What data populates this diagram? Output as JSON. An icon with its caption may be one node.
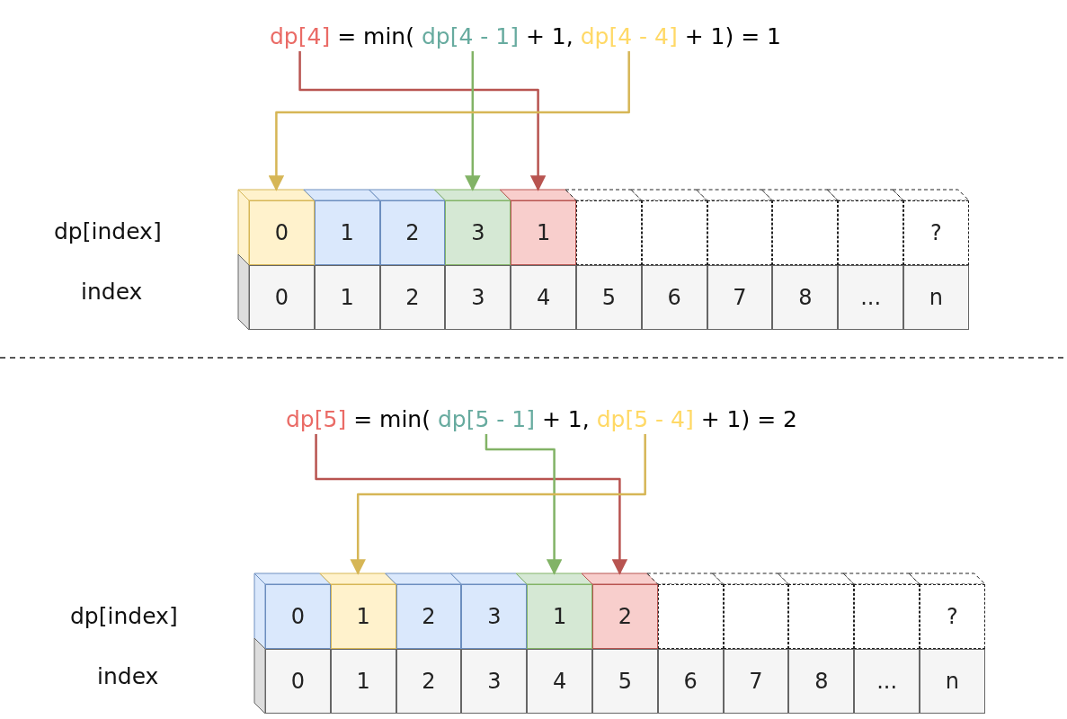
{
  "diagram": {
    "nodes": [
      {
        "text": [
          "dp[4]"
        ]
      },
      {
        "text": [
          "dp[4 - 1]"
        ]
      },
      {
        "text": [
          "dp[4 - 4]"
        ]
      },
      {
        "text": [
          "0"
        ]
      },
      {
        "text": [
          "1"
        ]
      },
      {
        "text": [
          "2"
        ]
      },
      {
        "text": [
          "3"
        ]
      },
      {
        "text": [
          "1"
        ]
      },
      {
        "text": [],
        "shape": "box"
      },
      {
        "text": [],
        "shape": "box"
      },
      {
        "text": [],
        "shape": "box"
      },
      {
        "text": [],
        "shape": "box"
      },
      {
        "text": [],
        "shape": "box"
      },
      {
        "text": [
          "?"
        ]
      },
      {
        "text": [
          "0"
        ]
      },
      {
        "text": [
          "1"
        ]
      },
      {
        "text": [
          "2"
        ]
      },
      {
        "text": [
          "3"
        ]
      },
      {
        "text": [
          "4"
        ]
      },
      {
        "text": [
          "5"
        ]
      },
      {
        "text": [
          "6"
        ]
      },
      {
        "text": [
          "7"
        ]
      },
      {
        "text": [
          "8"
        ]
      },
      {
        "text": [
          "..."
        ]
      },
      {
        "text": [
          "n"
        ]
      },
      {
        "text": [
          "dp[5]"
        ]
      },
      {
        "text": [
          "dp[5 - 1]"
        ]
      },
      {
        "text": [
          "dp[5 - 4]"
        ]
      },
      {
        "text": [
          "0"
        ]
      },
      {
        "text": [
          "1"
        ]
      },
      {
        "text": [
          "2"
        ]
      },
      {
        "text": [
          "3"
        ]
      },
      {
        "text": [
          "1"
        ]
      },
      {
        "text": [
          "2"
        ]
      },
      {
        "text": [],
        "shape": "box"
      },
      {
        "text": [],
        "shape": "box"
      },
      {
        "text": [],
        "shape": "box"
      },
      {
        "text": [],
        "shape": "box"
      },
      {
        "text": [
          "?"
        ]
      },
      {
        "text": [
          "0"
        ]
      },
      {
        "text": [
          "1"
        ]
      },
      {
        "text": [
          "2"
        ]
      },
      {
        "text": [
          "3"
        ]
      },
      {
        "text": [
          "4"
        ]
      },
      {
        "text": [
          "5"
        ]
      },
      {
        "text": [
          "6"
        ]
      },
      {
        "text": [
          "7"
        ]
      },
      {
        "text": [
          "8"
        ]
      },
      {
        "text": [
          "..."
        ]
      },
      {
        "text": [
          "n"
        ]
      }
    ],
    "edges": [
      {
        "from": 0,
        "to": 7,
        "arrow": "to",
        "color": "#b85450"
      },
      {
        "from": 1,
        "to": 6,
        "arrow": "to",
        "color": "#82b366"
      },
      {
        "from": 2,
        "to": 3,
        "arrow": "to",
        "color": "#d6b656"
      },
      {
        "from": 25,
        "to": 33,
        "arrow": "to",
        "color": "#b85450"
      },
      {
        "from": 26,
        "to": 32,
        "arrow": "to",
        "color": "#82b366"
      },
      {
        "from": 27,
        "to": 29,
        "arrow": "to",
        "color": "#d6b656"
      }
    ],
    "labels": [
      "= min(",
      "+ 1,",
      "+ 1) = 1",
      "dp[index]",
      "index",
      "= min(",
      "+ 1,",
      "+ 1) = 2",
      "dp[index]",
      "index"
    ]
  }
}
